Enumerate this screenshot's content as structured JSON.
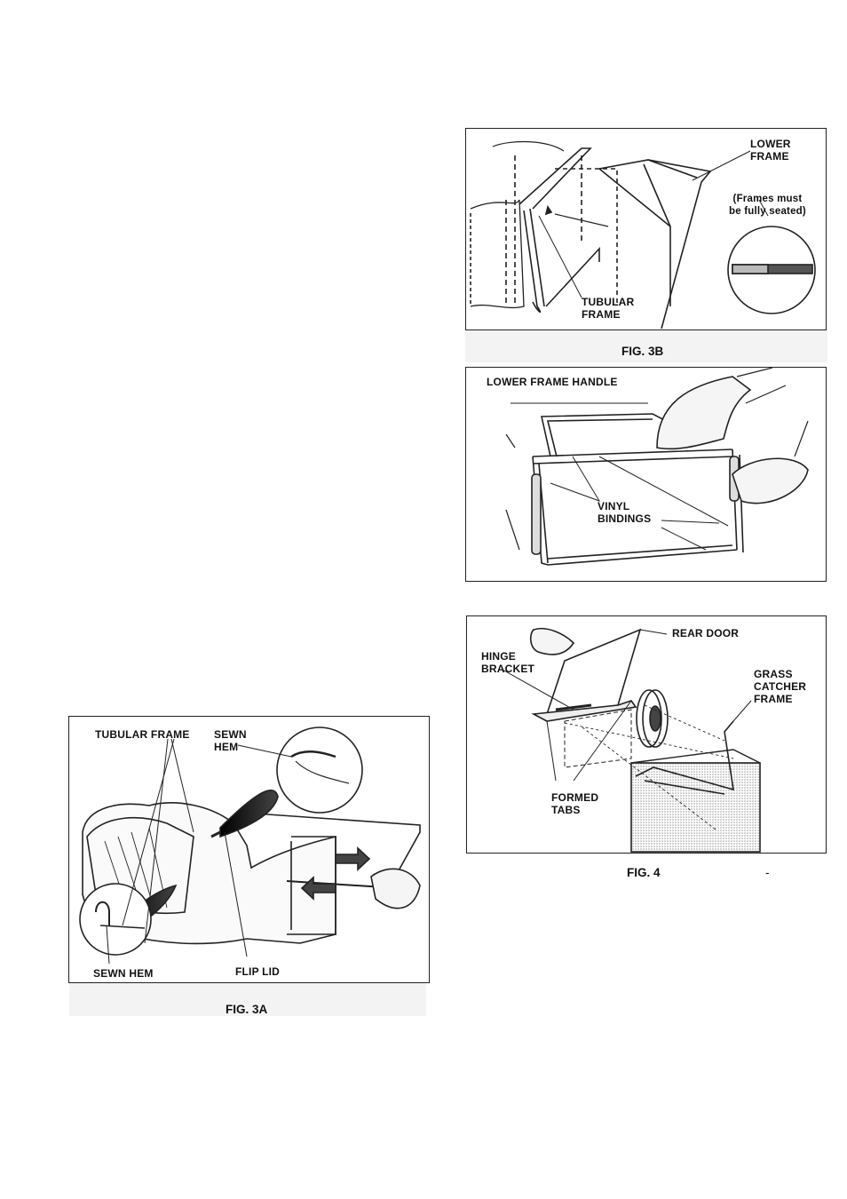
{
  "fig3b": {
    "caption": "FIG. 3B",
    "labels": {
      "lower_frame": "LOWER\nFRAME",
      "note": "(Frames must\nbe fully seated)",
      "tubular_frame": "TUBULAR\nFRAME"
    }
  },
  "fig3c": {
    "labels": {
      "lower_frame_handle": "LOWER FRAME HANDLE",
      "vinyl_bindings": "VINYL\nBINDINGS"
    }
  },
  "fig4": {
    "caption": "FIG. 4",
    "dash": "-",
    "labels": {
      "rear_door": "REAR DOOR",
      "hinge_bracket": "HINGE\nBRACKET",
      "grass_catcher_frame": "GRASS\nCATCHER\nFRAME",
      "formed_tabs": "FORMED\nTABS"
    }
  },
  "fig3a": {
    "caption": "FIG. 3A",
    "labels": {
      "tubular_frame": "TUBULAR FRAME",
      "sewn_hem_top": "SEWN\nHEM",
      "sewn_hem_bottom": "SEWN HEM",
      "flip_lid": "FLIP LID"
    }
  }
}
